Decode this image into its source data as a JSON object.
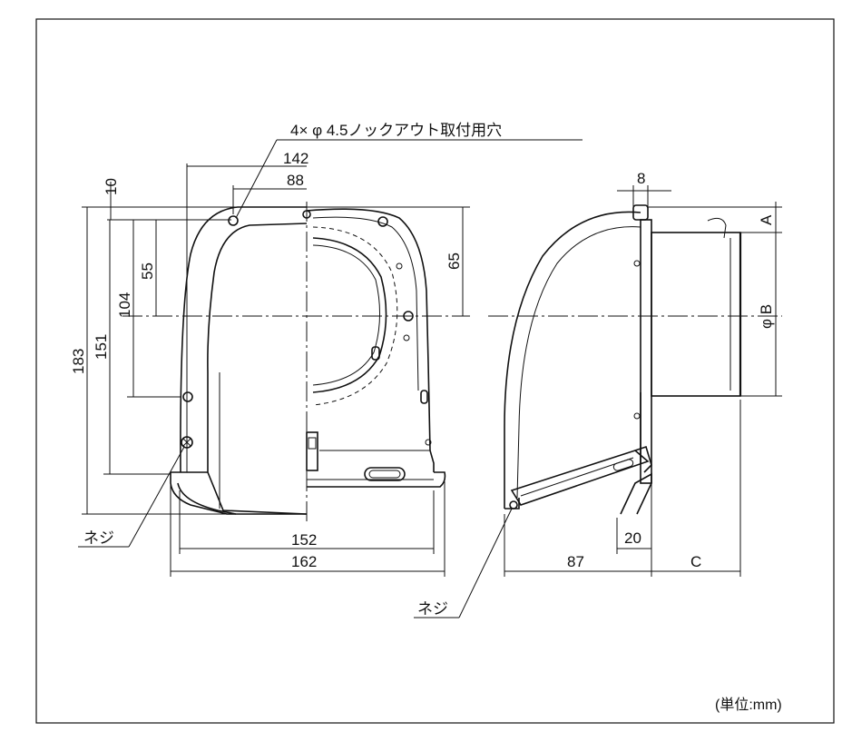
{
  "front_view": {
    "hole_callout": "4× φ 4.5ノックアウト取付用穴",
    "dims": {
      "d142": "142",
      "d88": "88",
      "d10": "10",
      "d55": "55",
      "d65": "65",
      "d104": "104",
      "d151": "151",
      "d183": "183",
      "d152": "152",
      "d162": "162"
    },
    "screw_label": "ネジ"
  },
  "side_view": {
    "dims": {
      "d8": "8",
      "dA": "A",
      "dB": "φ B",
      "d20": "20",
      "d87": "87",
      "dC": "C"
    },
    "screw_label": "ネジ"
  },
  "unit_note": "(単位:mm)"
}
